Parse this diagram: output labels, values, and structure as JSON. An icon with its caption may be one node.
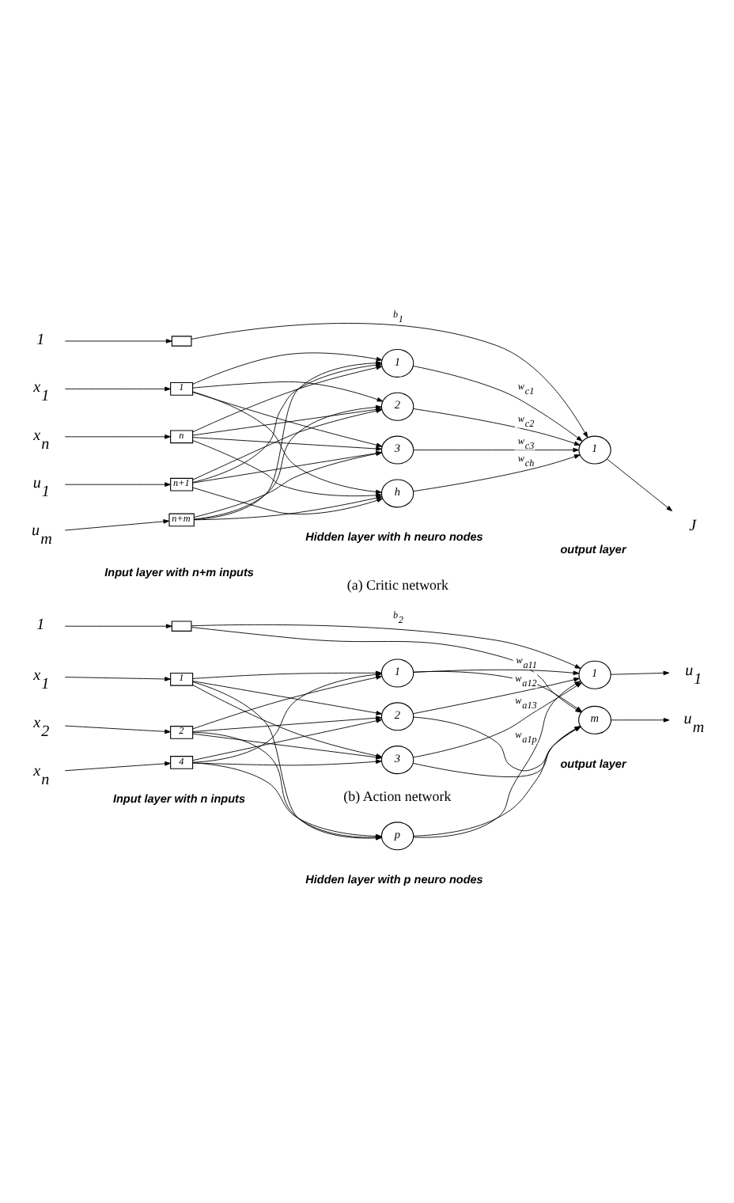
{
  "diagram": {
    "nodes": [
      {
        "text": [
          "1"
        ]
      },
      {
        "text": [],
        "shape": "box"
      },
      {
        "text": [
          "x$_{1}$"
        ]
      },
      {
        "text": [
          "x$_{n}$"
        ]
      },
      {
        "text": [
          "u$_{1}$"
        ]
      },
      {
        "text": [
          "u$_{m}$"
        ]
      },
      {
        "text": [
          "1"
        ]
      },
      {
        "text": [
          "n"
        ]
      },
      {
        "text": [
          "n+1"
        ]
      },
      {
        "text": [
          "n+m"
        ]
      },
      {
        "text": [
          "1"
        ]
      },
      {
        "text": [
          "2"
        ]
      },
      {
        "text": [
          "3"
        ]
      },
      {
        "text": [
          "h"
        ]
      },
      {
        "text": [
          "1"
        ]
      },
      {
        "text": [
          "J"
        ]
      },
      {
        "text": [
          "1"
        ]
      },
      {
        "text": [],
        "shape": "box"
      },
      {
        "text": [
          "x$_{1}$"
        ]
      },
      {
        "text": [
          "x$_{2}$"
        ]
      },
      {
        "text": [
          "x$_{n}$"
        ]
      },
      {
        "text": [
          "1"
        ]
      },
      {
        "text": [
          "2"
        ]
      },
      {
        "text": [
          "4"
        ]
      },
      {
        "text": [
          "1"
        ]
      },
      {
        "text": [
          "2"
        ]
      },
      {
        "text": [
          "3"
        ]
      },
      {
        "text": [
          "p"
        ]
      },
      {
        "text": [
          "1"
        ]
      },
      {
        "text": [
          "m"
        ]
      },
      {
        "text": [
          "u$_{1}$"
        ]
      },
      {
        "text": [
          "u$_{m}$"
        ]
      }
    ],
    "edges": [
      {
        "from": 0,
        "to": 1,
        "arrow": "to"
      },
      {
        "from": 2,
        "to": 6,
        "arrow": "to"
      },
      {
        "from": 3,
        "to": 7,
        "arrow": "to"
      },
      {
        "from": 4,
        "to": 8,
        "arrow": "to"
      },
      {
        "from": 5,
        "to": 9,
        "arrow": "to"
      },
      {
        "from": 6,
        "to": 10,
        "arrow": "to"
      },
      {
        "from": 6,
        "to": 11,
        "arrow": "to"
      },
      {
        "from": 6,
        "to": 12,
        "arrow": "to"
      },
      {
        "from": 6,
        "to": 13,
        "arrow": "to"
      },
      {
        "from": 7,
        "to": 10,
        "arrow": "to"
      },
      {
        "from": 7,
        "to": 11,
        "arrow": "to"
      },
      {
        "from": 7,
        "to": 12,
        "arrow": "to"
      },
      {
        "from": 7,
        "to": 13,
        "arrow": "to"
      },
      {
        "from": 8,
        "to": 10,
        "arrow": "to"
      },
      {
        "from": 8,
        "to": 11,
        "arrow": "to"
      },
      {
        "from": 8,
        "to": 12,
        "arrow": "to"
      },
      {
        "from": 8,
        "to": 13,
        "arrow": "to"
      },
      {
        "from": 9,
        "to": 10,
        "arrow": "to"
      },
      {
        "from": 9,
        "to": 11,
        "arrow": "to"
      },
      {
        "from": 9,
        "to": 12,
        "arrow": "to"
      },
      {
        "from": 9,
        "to": 13,
        "arrow": "to"
      },
      {
        "from": 1,
        "to": 14,
        "label": "b$_{1}$",
        "arrow": "to"
      },
      {
        "from": 10,
        "to": 14,
        "label": "w$_{c1}$",
        "arrow": "to"
      },
      {
        "from": 11,
        "to": 14,
        "label": "w$_{c2}$",
        "arrow": "to"
      },
      {
        "from": 12,
        "to": 14,
        "label": "w$_{c3}$",
        "arrow": "to"
      },
      {
        "from": 13,
        "to": 14,
        "label": "w$_{ch}$",
        "arrow": "to"
      },
      {
        "from": 14,
        "to": 15,
        "arrow": "to"
      },
      {
        "from": 16,
        "to": 17,
        "arrow": "to"
      },
      {
        "from": 18,
        "to": 21,
        "arrow": "to"
      },
      {
        "from": 19,
        "to": 22,
        "arrow": "to"
      },
      {
        "from": 20,
        "to": 23,
        "arrow": "to"
      },
      {
        "from": 21,
        "to": 24,
        "arrow": "to"
      },
      {
        "from": 21,
        "to": 25,
        "arrow": "to"
      },
      {
        "from": 21,
        "to": 26,
        "arrow": "to"
      },
      {
        "from": 21,
        "to": 27,
        "arrow": "to"
      },
      {
        "from": 22,
        "to": 24,
        "arrow": "to"
      },
      {
        "from": 22,
        "to": 25,
        "arrow": "to"
      },
      {
        "from": 22,
        "to": 26,
        "arrow": "to"
      },
      {
        "from": 22,
        "to": 27,
        "arrow": "to"
      },
      {
        "from": 23,
        "to": 24,
        "arrow": "to"
      },
      {
        "from": 23,
        "to": 25,
        "arrow": "to"
      },
      {
        "from": 23,
        "to": 26,
        "arrow": "to"
      },
      {
        "from": 23,
        "to": 27,
        "arrow": "to"
      },
      {
        "from": 17,
        "to": 28,
        "label": "b$_{2}$",
        "arrow": "to"
      },
      {
        "from": 17,
        "to": 29,
        "arrow": "to"
      },
      {
        "from": 24,
        "to": 28,
        "label": "w$_{a11}$",
        "arrow": "to"
      },
      {
        "from": 24,
        "to": 29,
        "arrow": "to"
      },
      {
        "from": 25,
        "to": 28,
        "label": "w$_{a12}$",
        "arrow": "to"
      },
      {
        "from": 25,
        "to": 29,
        "arrow": "to"
      },
      {
        "from": 26,
        "to": 28,
        "label": "w$_{a13}$",
        "arrow": "to"
      },
      {
        "from": 26,
        "to": 29,
        "arrow": "to"
      },
      {
        "from": 27,
        "to": 28,
        "label": "w$_{a1p}$",
        "arrow": "to"
      },
      {
        "from": 27,
        "to": 29,
        "arrow": "to"
      },
      {
        "from": 28,
        "to": 30,
        "arrow": "to"
      },
      {
        "from": 29,
        "to": 31,
        "arrow": "to"
      }
    ],
    "labels": [
      "Input layer with n+m inputs",
      "Hidden layer with h neuro nodes",
      "output layer",
      "(a) Critic network",
      "Input layer with n inputs",
      "Hidden layer with p neuro nodes",
      "output layer",
      "(b) Action network"
    ]
  }
}
